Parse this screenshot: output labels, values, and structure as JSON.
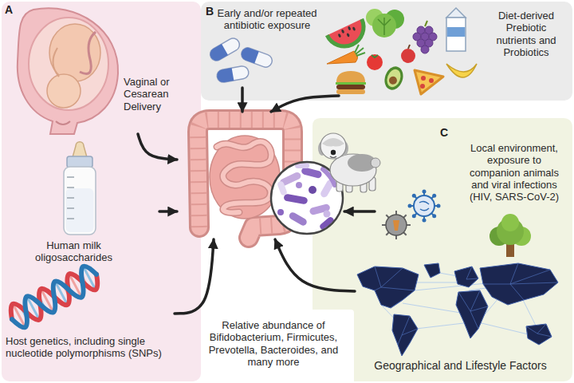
{
  "diagram": {
    "nodes": [
      {
        "text": [
          "A"
        ]
      },
      {
        "text": [
          "Vaginal or Cesarean Delivery"
        ],
        "in": 0
      },
      {
        "text": [
          "Human milk oligosaccharides"
        ],
        "in": 0
      },
      {
        "text": [
          "Host genetics, including single nucleotide polymorphisms (SNPs)"
        ],
        "in": 0
      },
      {
        "text": [
          "B"
        ]
      },
      {
        "text": [
          "Early and/or repeated antibiotic exposure"
        ],
        "in": 4
      },
      {
        "text": [
          "Diet-derived Prebiotic nutrients and Probiotics"
        ],
        "in": 4
      },
      {
        "text": [
          "Relative abundance of Bifidobacterium, Firmicutes, Prevotella, Bacteroides, and many more"
        ]
      },
      {
        "text": [
          "C"
        ]
      },
      {
        "text": [
          "Local environment, exposure to companion animals and viral infections (HIV, SARS-CoV-2)"
        ],
        "in": 8
      },
      {
        "text": [
          "Geographical and Lifestyle Factors"
        ],
        "in": 8
      }
    ],
    "edges": [
      {
        "from": 1,
        "to": 7,
        "arrow": "to"
      },
      {
        "from": 2,
        "to": 7,
        "arrow": "to"
      },
      {
        "from": 3,
        "to": 7,
        "arrow": "to"
      },
      {
        "from": 5,
        "to": 7,
        "arrow": "to"
      },
      {
        "from": 6,
        "to": 7,
        "arrow": "to"
      },
      {
        "from": 9,
        "to": 7,
        "arrow": "to"
      },
      {
        "from": 10,
        "to": 7,
        "arrow": "to"
      }
    ]
  }
}
